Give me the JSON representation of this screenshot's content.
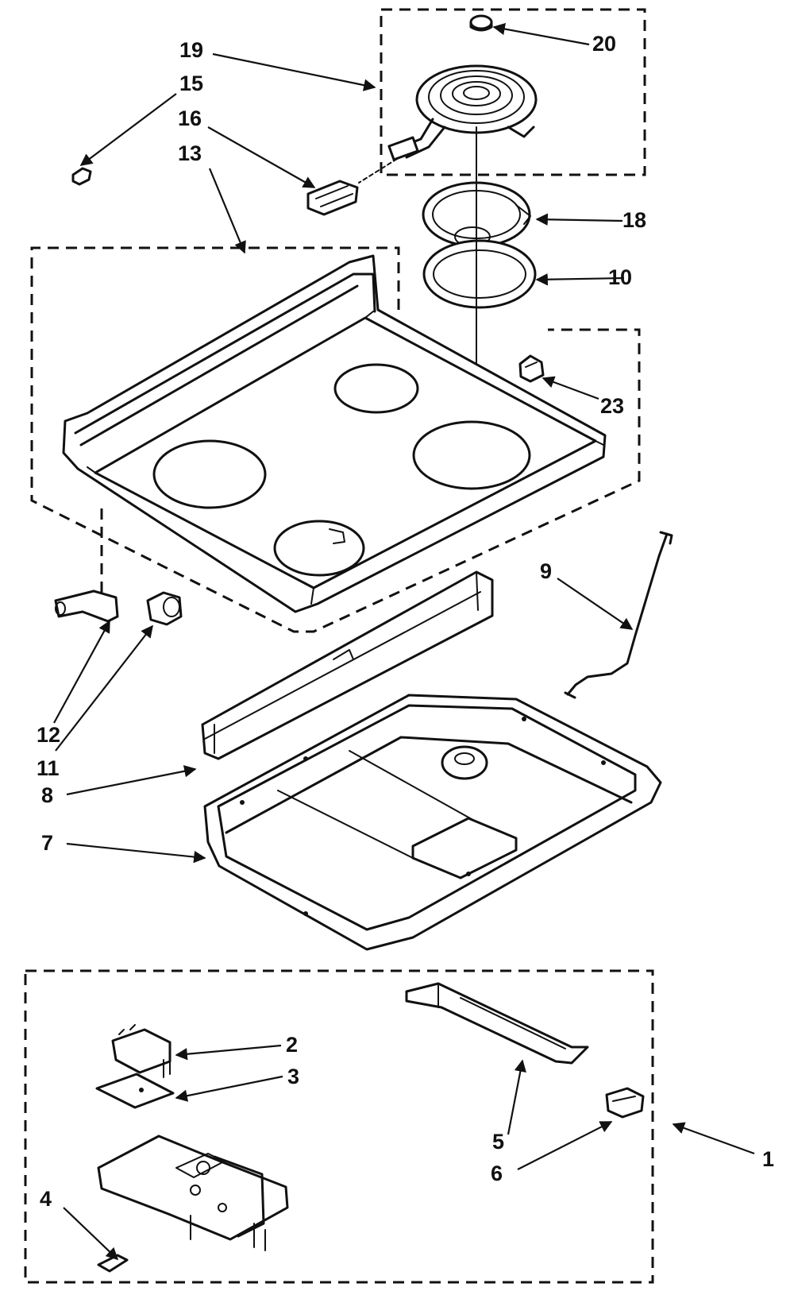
{
  "diagram": {
    "callouts": [
      {
        "id": "1",
        "label": "1"
      },
      {
        "id": "2",
        "label": "2"
      },
      {
        "id": "3",
        "label": "3"
      },
      {
        "id": "4",
        "label": "4"
      },
      {
        "id": "5",
        "label": "5"
      },
      {
        "id": "6",
        "label": "6"
      },
      {
        "id": "7",
        "label": "7"
      },
      {
        "id": "8",
        "label": "8"
      },
      {
        "id": "9",
        "label": "9"
      },
      {
        "id": "10",
        "label": "10"
      },
      {
        "id": "11",
        "label": "11"
      },
      {
        "id": "12",
        "label": "12"
      },
      {
        "id": "13",
        "label": "13"
      },
      {
        "id": "15",
        "label": "15"
      },
      {
        "id": "16",
        "label": "16"
      },
      {
        "id": "18",
        "label": "18"
      },
      {
        "id": "19",
        "label": "19"
      },
      {
        "id": "20",
        "label": "20"
      },
      {
        "id": "23",
        "label": "23"
      }
    ]
  }
}
